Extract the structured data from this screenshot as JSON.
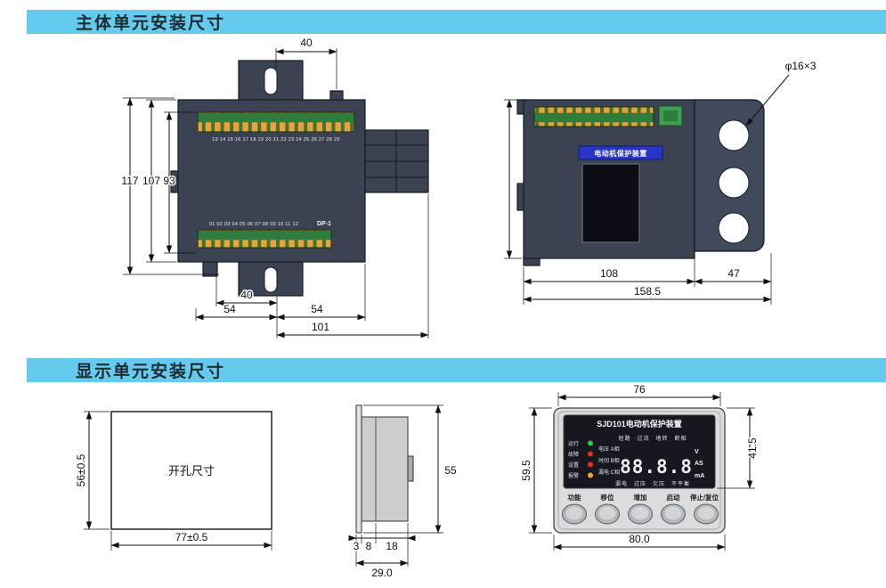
{
  "sections": {
    "main": {
      "title": "主体单元安装尺寸"
    },
    "display": {
      "title": "显示单元安装尺寸"
    }
  },
  "main_unit": {
    "front": {
      "terminals_top": "13 14 15 16 17 18 19 20 21 22 23 24 25 26 27 28 29",
      "terminals_bottom": "01 02 03 04 05 06 07 08 09 10 11 12",
      "dp_label": "DP-1",
      "dims": {
        "top_width": "40",
        "overall_height": "117",
        "body_height": "107",
        "terminal_span": "93",
        "slot_width": "40",
        "left_span": "54",
        "right_span": "54",
        "body_width": "101"
      }
    },
    "side": {
      "device_label": "电动机保护装置",
      "hole_spec": "φ16×3",
      "dims": {
        "body_width": "108",
        "hole_section_width": "47",
        "overall_width": "158.5"
      }
    }
  },
  "display_unit": {
    "cutout": {
      "label": "开孔尺寸",
      "width": "77±0.5",
      "height": "56±0.5"
    },
    "side_view": {
      "seg_a": "3",
      "seg_b": "8",
      "seg_c": "18",
      "total_depth": "29.0",
      "height": "55"
    },
    "panel": {
      "title": "SJD101电动机保护装置",
      "status_top": "短路　过流　堵转　断相",
      "leds": [
        {
          "label": "运行",
          "color": "#2ecc40"
        },
        {
          "label": "故障",
          "color": "#ee2b2b"
        },
        {
          "label": "设置",
          "color": "#ee2b2b"
        },
        {
          "label": "报警",
          "color": "#f5a623"
        }
      ],
      "rows": [
        "电压 A相",
        "时间 B相",
        "漏电 C相"
      ],
      "lcd_value": "88.8.8",
      "units": {
        "v": "V",
        "a_s": "AS",
        "ma": "mA"
      },
      "status_bottom": "漏电　过压　欠压　不平衡",
      "buttons": [
        "功能",
        "移位",
        "增加",
        "启动",
        "停止/复位"
      ],
      "dims": {
        "inner_width": "76",
        "panel_height": "59.5",
        "display_height": "41.5",
        "overall_width": "80.0"
      }
    }
  },
  "colors": {
    "header_bg": "#64cbec",
    "device_body": "#3b4252",
    "terminal_green": "#2e7d3a",
    "pin_orange": "#e8a43c",
    "label_blue": "#2736c9",
    "panel_gray": "#dcdcdc"
  }
}
